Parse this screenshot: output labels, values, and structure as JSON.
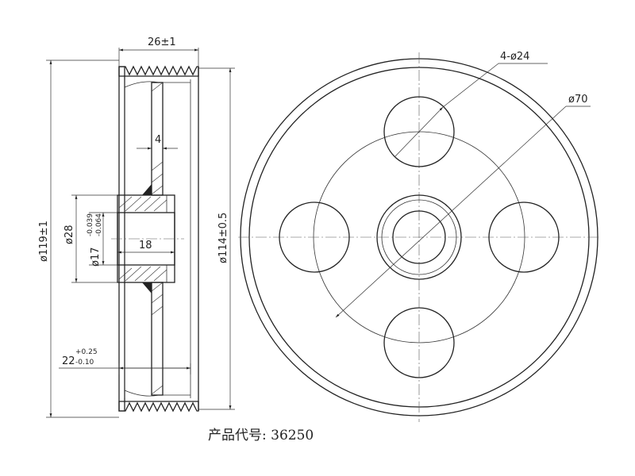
{
  "dimensions": {
    "width_total": "26±1",
    "groove_width": "4",
    "bore_len": "18",
    "hub_dia": "ø28",
    "bore_dia": "ø17",
    "bore_tol_upper": "-0.039",
    "bore_tol_lower": "-0.064",
    "outer_dia": "ø119±1",
    "rim_dia": "ø114±0.5",
    "offset": "22",
    "offset_tol_upper": "+0.25",
    "offset_tol_lower": "-0.10",
    "holes": "4-ø24",
    "pcd": "ø70"
  },
  "product": {
    "label": "产品代号: 36250"
  }
}
